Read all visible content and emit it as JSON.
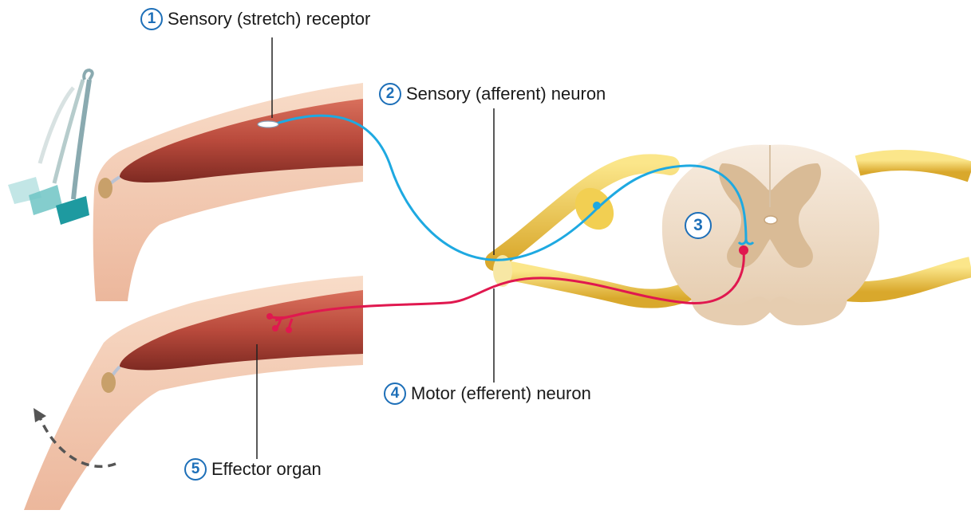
{
  "labels": [
    {
      "num": "1",
      "text": "Sensory (stretch) receptor"
    },
    {
      "num": "2",
      "text": "Sensory (afferent) neuron"
    },
    {
      "num": "3",
      "text": ""
    },
    {
      "num": "4",
      "text": "Motor (efferent) neuron"
    },
    {
      "num": "5",
      "text": "Effector organ"
    }
  ],
  "colors": {
    "sensory_neuron": "#1ea9e1",
    "motor_neuron": "#e0184f",
    "callout_ring": "#1d6fb8",
    "muscle": "#b94a3c",
    "skin": "#f3c9b0",
    "nerve": "#f2cf52",
    "spinal_cord": "#f3e3cf",
    "grey_matter": "#d9bb96",
    "hammer": "#3fa3a3",
    "arrow": "#555555"
  },
  "icons": [
    "reflex-hammer-icon",
    "kick-arrow-icon"
  ]
}
